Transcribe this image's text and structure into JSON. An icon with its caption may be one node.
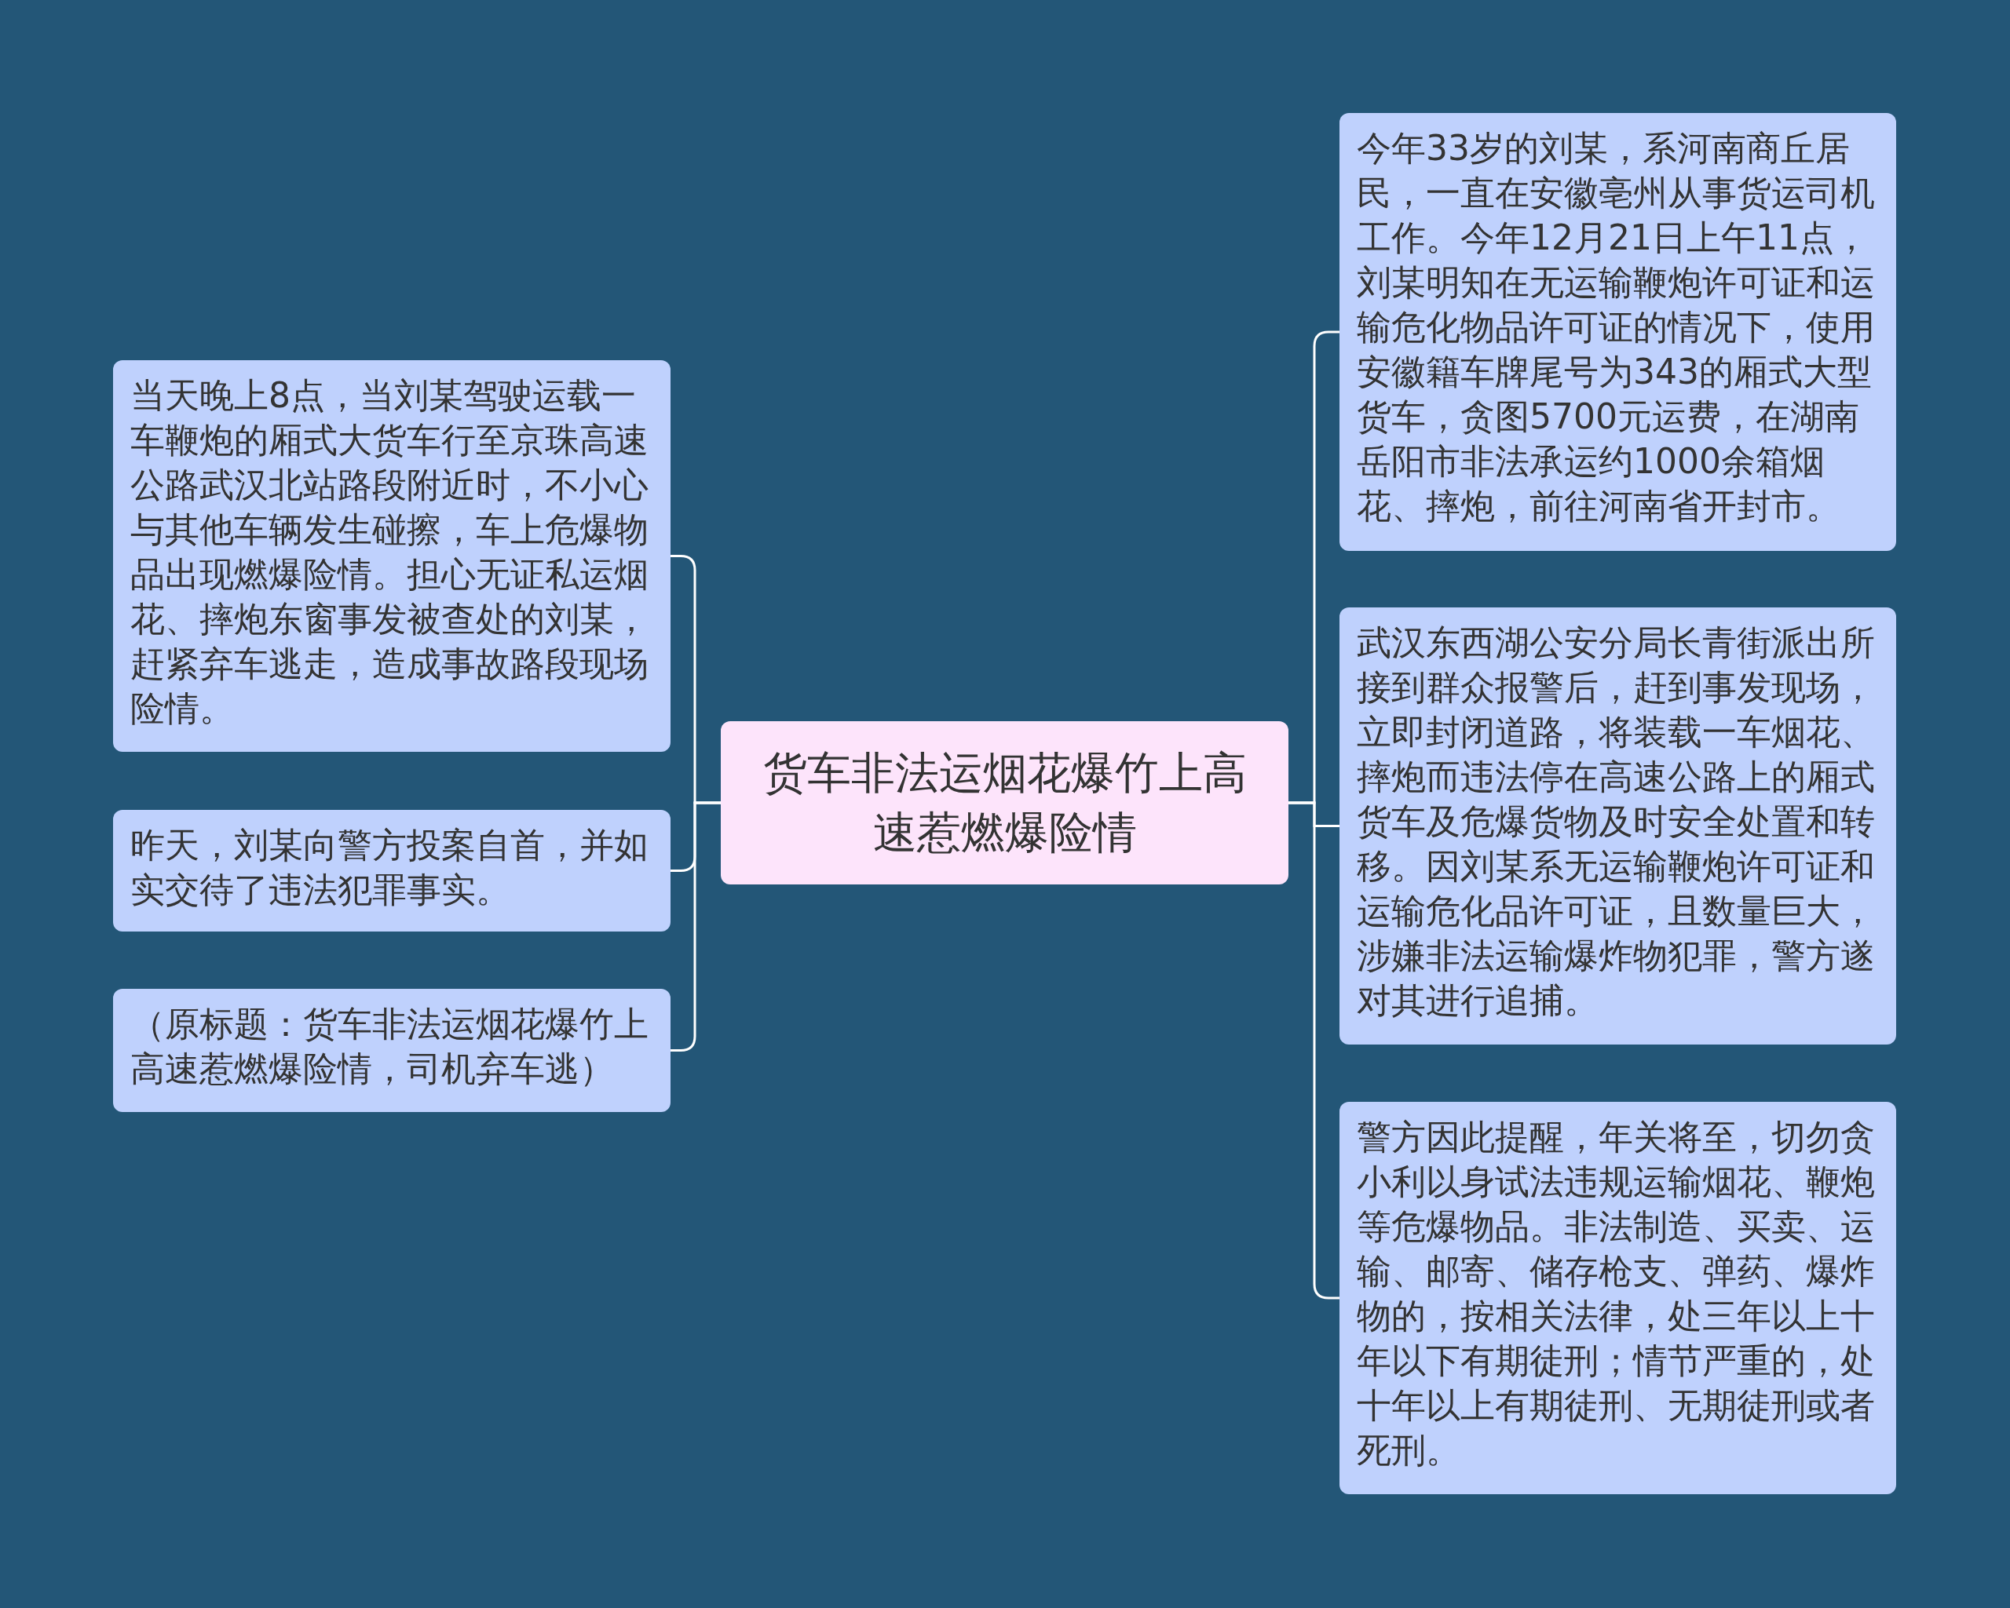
{
  "diagram": {
    "nodes": [
      {
        "text": [
          "货车非法运烟花爆竹上高速惹燃爆险情"
        ]
      },
      {
        "text": [
          "当天晚上8点，当刘某驾驶运载一车鞭炮的厢式大货车行至京珠高速公路武汉北站路段附近时，不小心与其他车辆发生碰擦，车上危爆物品出现燃爆险情。担心无证私运烟花、摔炮东窗事发被查处的刘某，赶紧弃车逃走，造成事故路段现场险情。"
        ]
      },
      {
        "text": [
          "昨天，刘某向警方投案自首，并如实交待了违法犯罪事实。"
        ]
      },
      {
        "text": [
          "（原标题：货车非法运烟花爆竹上高速惹燃爆险情，司机弃车逃）"
        ]
      },
      {
        "text": [
          "今年33岁的刘某，系河南商丘居民，一直在安徽亳州从事货运司机工作。今年12月21日上午11点，刘某明知在无运输鞭炮许可证和运输危化物品许可证的情况下，使用安徽籍车牌尾号为343的厢式大型货车，贪图5700元运费，在湖南岳阳市非法承运约1000余箱烟花、摔炮，前往河南省开封市。"
        ]
      },
      {
        "text": [
          "武汉东西湖公安分局长青街派出所接到群众报警后，赶到事发现场，立即封闭道路，将装载一车烟花、摔炮而违法停在高速公路上的厢式货车及危爆货物及时安全处置和转移。因刘某系无运输鞭炮许可证和运输危化品许可证，且数量巨大，涉嫌非法运输爆炸物犯罪，警方遂对其进行追捕。"
        ]
      },
      {
        "text": [
          "警方因此提醒，年关将至，切勿贪小利以身试法违规运输烟花、鞭炮等危爆物品。非法制造、买卖、运输、邮寄、储存枪支、弹药、爆炸物的，按相关法律，处三年以上十年以下有期徒刑；情节严重的，处十年以上有期徒刑、无期徒刑或者死刑。"
        ]
      }
    ],
    "edges": [
      {
        "from": 0,
        "to": 1,
        "arrow": "none"
      },
      {
        "from": 0,
        "to": 2,
        "arrow": "none"
      },
      {
        "from": 0,
        "to": 3,
        "arrow": "none"
      },
      {
        "from": 0,
        "to": 4,
        "arrow": "none"
      },
      {
        "from": 0,
        "to": 5,
        "arrow": "none"
      },
      {
        "from": 0,
        "to": 6,
        "arrow": "none"
      }
    ]
  }
}
